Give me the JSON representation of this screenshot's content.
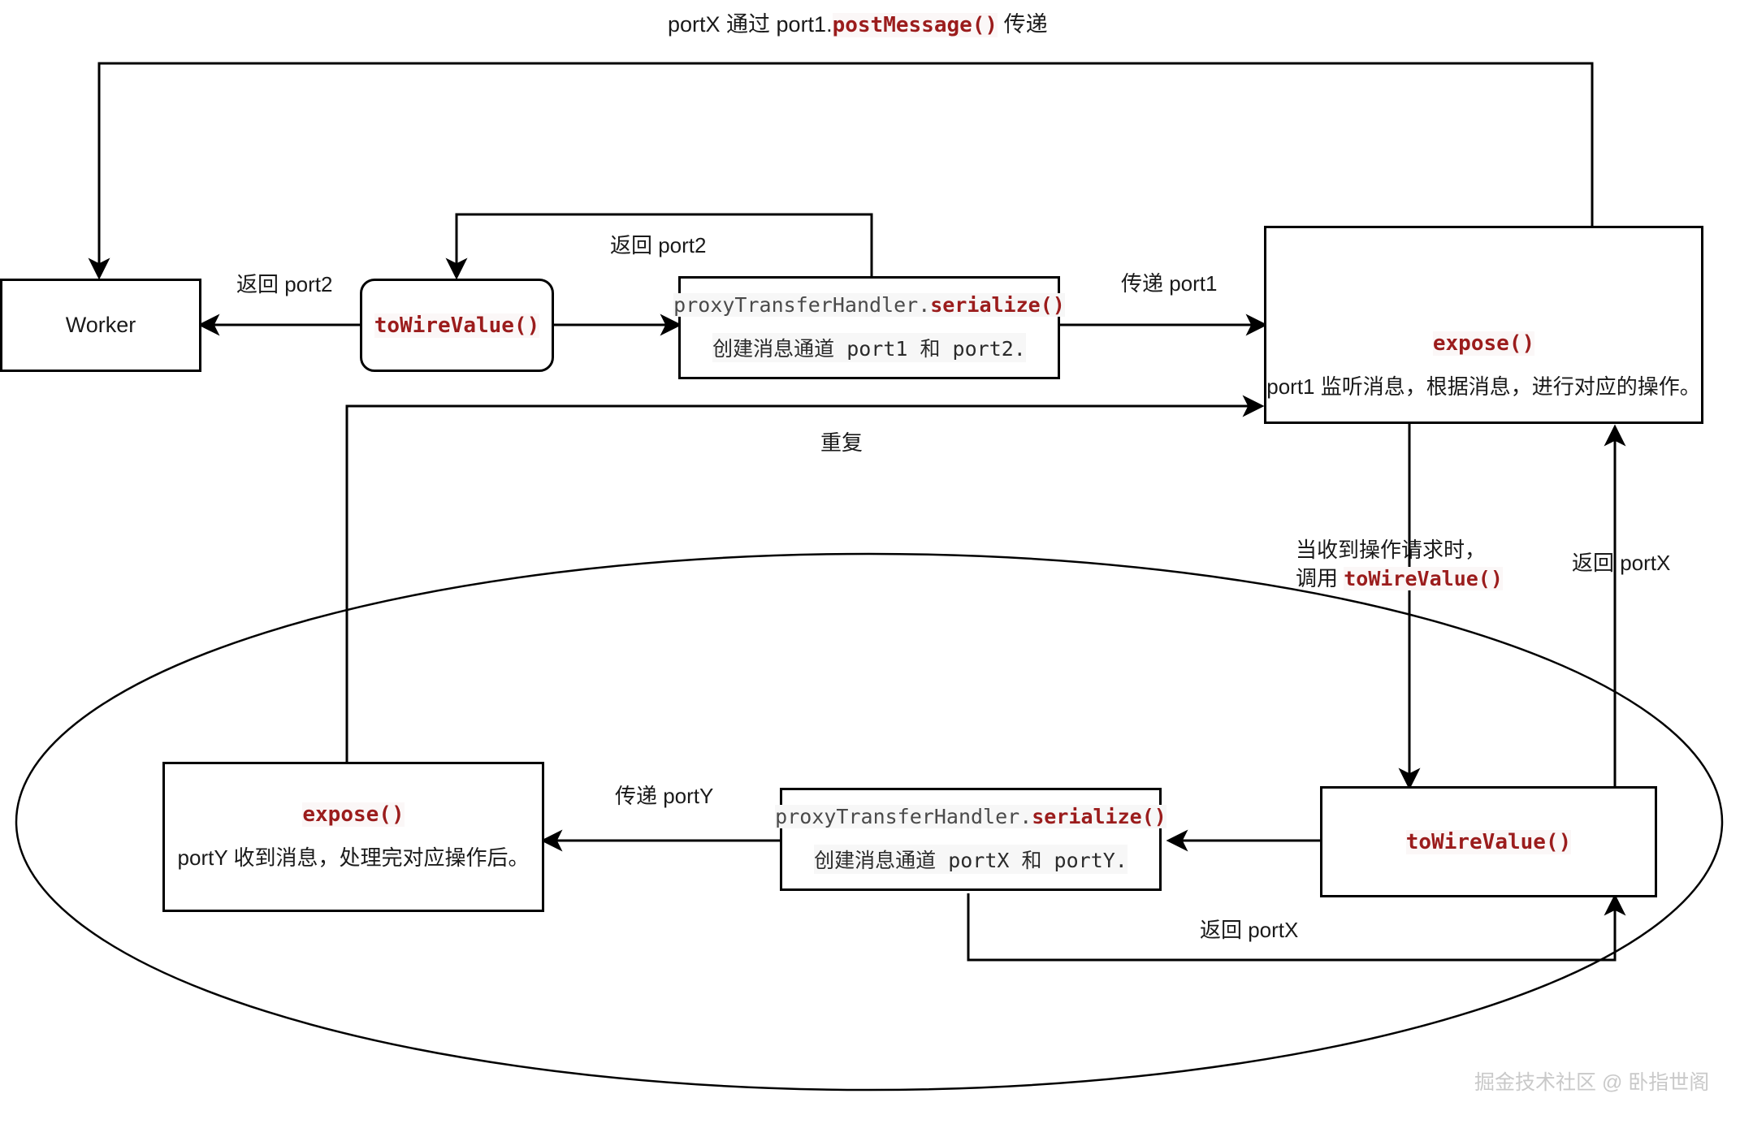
{
  "diagram": {
    "title_label": {
      "prefix": "portX 通过  port1.",
      "code": "postMessage()",
      "suffix": " 传递"
    },
    "watermark": "掘金技术社区 @ 卧指世阁"
  },
  "nodes": {
    "worker": {
      "label": "Worker"
    },
    "to_wire_value_top": {
      "code": "toWireValue()"
    },
    "proxy_serialize_top": {
      "code_prefix": "proxyTransferHandler.",
      "code_highlight": "serialize()",
      "desc": "创建消息通道 port1 和 port2."
    },
    "expose_top": {
      "code": "expose()",
      "desc": "port1 监听消息，根据消息，进行对应的操作。"
    },
    "expose_bottom": {
      "code": "expose()",
      "desc": "portY 收到消息，处理完对应操作后。"
    },
    "proxy_serialize_bottom": {
      "code_prefix": "proxyTransferHandler.",
      "code_highlight": "serialize()",
      "desc": "创建消息通道 portX 和 portY."
    },
    "to_wire_value_bottom": {
      "code": "toWireValue()"
    }
  },
  "edges": {
    "return_port2_left": "返回 port2",
    "return_port2_mid": "返回 port2",
    "pass_port1": "传递 port1",
    "repeat": "重复",
    "on_request_line1": "当收到操作请求时，",
    "on_request_line2_prefix": "调用 ",
    "on_request_line2_code": "toWireValue()",
    "return_portx_right": "返回 portX",
    "pass_porty": "传递 portY",
    "return_portx_bottom": "返回 portX"
  },
  "colors": {
    "accent": "#9b1c1c",
    "stroke": "#000000",
    "background": "#ffffff",
    "watermark": "#c9c9c9"
  }
}
